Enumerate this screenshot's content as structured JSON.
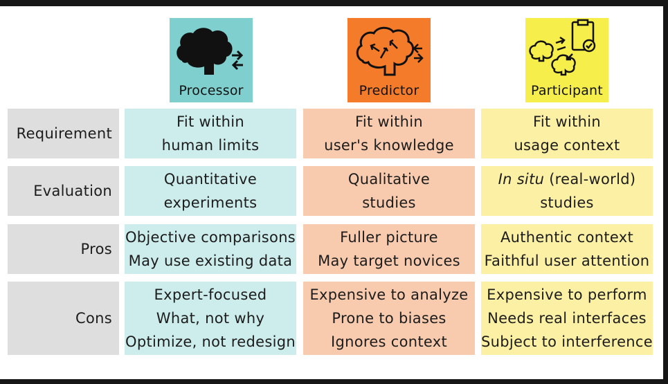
{
  "columns": [
    {
      "label": "Processor",
      "color": "#7ecfce",
      "icon": "brain-arrows-icon"
    },
    {
      "label": "Predictor",
      "color": "#f47b2a",
      "icon": "brain-circuit-icon"
    },
    {
      "label": "Participant",
      "color": "#f6ee4a",
      "icon": "brains-clipboard-icon"
    }
  ],
  "rows": [
    {
      "label": "Requirement",
      "cells": [
        [
          "Fit within",
          "human limits"
        ],
        [
          "Fit within",
          "user's knowledge"
        ],
        [
          "Fit within",
          "usage context"
        ]
      ]
    },
    {
      "label": "Evaluation",
      "cells": [
        [
          "Quantitative",
          "experiments"
        ],
        [
          "Qualitative",
          "studies"
        ],
        [
          "In situ",
          " (real-world)",
          "studies"
        ]
      ]
    },
    {
      "label": "Pros",
      "cells": [
        [
          "Objective comparisons",
          "May use existing data"
        ],
        [
          "Fuller picture",
          "May target novices"
        ],
        [
          "Authentic context",
          "Faithful user attention"
        ]
      ]
    },
    {
      "label": "Cons",
      "cells": [
        [
          "Expert-focused",
          "What, not why",
          "Optimize, not redesign"
        ],
        [
          "Expensive to analyze",
          "Prone to biases",
          "Ignores context"
        ],
        [
          "Expensive to perform",
          "Needs real interfaces",
          "Subject to interference"
        ]
      ]
    }
  ]
}
